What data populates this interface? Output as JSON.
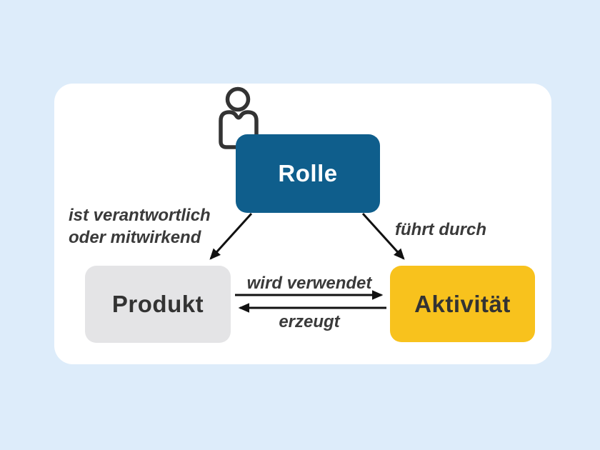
{
  "colors": {
    "page_background": "#ddecfa",
    "card_background": "#ffffff",
    "rolle_fill": "#0f5e8c",
    "rolle_text": "#ffffff",
    "produkt_fill": "#e4e4e6",
    "aktivitaet_fill": "#f8c21d",
    "node_text_dark": "#333333",
    "edge_label_color": "#3a3a3a",
    "arrow_color": "#111111",
    "person_icon_color": "#333333"
  },
  "nodes": {
    "rolle": {
      "label": "Rolle"
    },
    "produkt": {
      "label": "Produkt"
    },
    "aktivitaet": {
      "label": "Aktivität"
    }
  },
  "edges": {
    "rolle_to_produkt": {
      "label_line1": "ist verantwortlich",
      "label_line2": "oder mitwirkend"
    },
    "rolle_to_aktivitaet": {
      "label": "führt durch"
    },
    "produkt_to_aktivitaet": {
      "label": "wird verwendet"
    },
    "aktivitaet_to_produkt": {
      "label": "erzeugt"
    }
  }
}
